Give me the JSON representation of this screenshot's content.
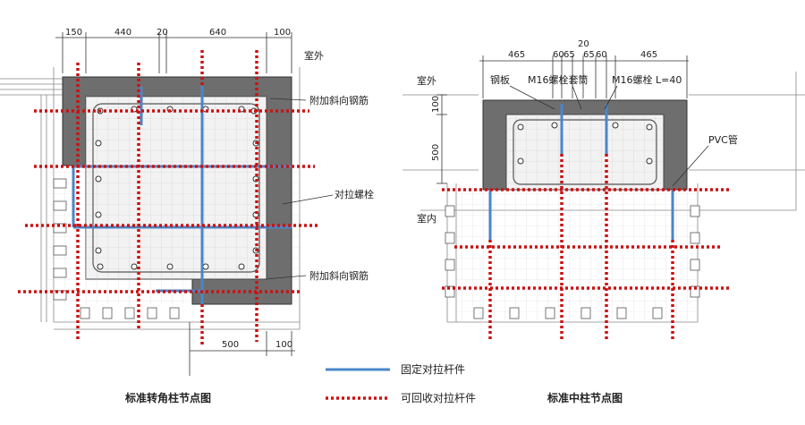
{
  "corner_node": {
    "title": "标准转角柱节点图",
    "top_dims": [
      "150",
      "440",
      "20",
      "640",
      "100"
    ],
    "bottom_dims": [
      "500",
      "100"
    ],
    "labels": {
      "outside": "室外",
      "added_rebar_top": "附加斜向钢筋",
      "tie_bolt": "对拉螺栓",
      "added_rebar_bottom": "附加斜向钢筋"
    }
  },
  "middle_node": {
    "title": "标准中柱节点图",
    "top_dims": [
      "465",
      "60",
      "65",
      "65",
      "60",
      "465"
    ],
    "top_center_dim": "20",
    "left_dims": [
      "100",
      "500"
    ],
    "labels": {
      "outside": "室外",
      "inside": "室内",
      "steel_plate": "钢板",
      "sleeve": "M16螺栓套筒",
      "bolt": "M16螺栓 L=40",
      "pvc_pipe": "PVC管"
    }
  },
  "legend": {
    "fixed_label": "固定对拉杆件",
    "removable_label": "可回收对拉杆件",
    "fixed_color": "#4a86c8",
    "removable_color": "#cc1111"
  }
}
